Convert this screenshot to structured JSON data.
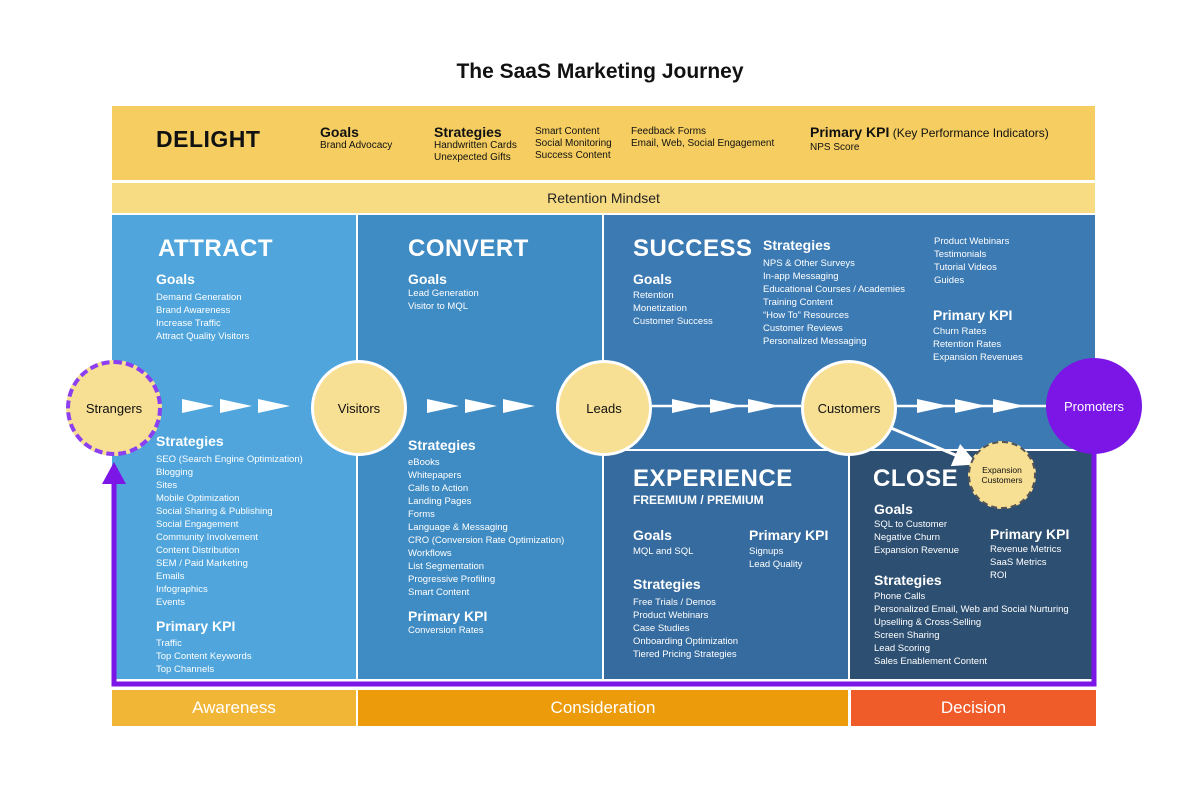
{
  "title": "The SaaS Marketing Journey",
  "delight": {
    "title": "DELIGHT",
    "goals_head": "Goals",
    "goals": [
      "Brand Advocacy"
    ],
    "strategies_head": "Strategies",
    "strategies_col1": [
      "Handwritten Cards",
      "Unexpected Gifts"
    ],
    "strategies_col2": [
      "Smart Content",
      "Social Monitoring",
      "Success Content"
    ],
    "strategies_col3": [
      "Feedback Forms",
      "Email, Web, Social Engagement"
    ],
    "kpi_head": "Primary KPI",
    "kpi_note": " (Key Performance Indicators)",
    "kpi": [
      "NPS Score"
    ]
  },
  "retention": "Retention Mindset",
  "attract": {
    "title": "ATTRACT",
    "goals_head": "Goals",
    "goals": [
      "Demand Generation",
      "Brand Awareness",
      "Increase Traffic",
      "Attract Quality Visitors"
    ],
    "strategies_head": "Strategies",
    "strategies": [
      "SEO (Search Engine Optimization)",
      "Blogging",
      "Sites",
      "Mobile Optimization",
      "Social Sharing & Publishing",
      "Social Engagement",
      "Community Involvement",
      "Content Distribution",
      "SEM / Paid Marketing",
      "Emails",
      "Infographics",
      "Events"
    ],
    "kpi_head": "Primary KPI",
    "kpi": [
      "Traffic",
      "Top Content Keywords",
      "Top Channels"
    ]
  },
  "convert": {
    "title": "CONVERT",
    "goals_head": "Goals",
    "goals": [
      "Lead Generation",
      "Visitor to MQL"
    ],
    "strategies_head": "Strategies",
    "strategies": [
      "eBooks",
      "Whitepapers",
      "Calls to Action",
      "Landing Pages",
      "Forms",
      "Language & Messaging",
      "CRO (Conversion Rate Optimization)",
      "Workflows",
      "List Segmentation",
      "Progressive Profiling",
      "Smart Content"
    ],
    "kpi_head": "Primary KPI",
    "kpi": [
      "Conversion Rates"
    ]
  },
  "success": {
    "title": "SUCCESS",
    "goals_head": "Goals",
    "goals": [
      "Retention",
      "Monetization",
      "Customer Success"
    ],
    "strategies_head": "Strategies",
    "strategies": [
      "NPS & Other Surveys",
      "In-app Messaging",
      "Educational Courses / Academies",
      "Training Content",
      "“How To” Resources",
      "Customer Reviews",
      "Personalized Messaging"
    ],
    "strategies_extra": [
      "Product Webinars",
      "Testimonials",
      "Tutorial Videos",
      "Guides"
    ],
    "kpi_head": "Primary KPI",
    "kpi": [
      "Churn Rates",
      "Retention Rates",
      "Expansion Revenues"
    ]
  },
  "experience": {
    "title": "EXPERIENCE",
    "subtitle": "FREEMIUM / PREMIUM",
    "goals_head": "Goals",
    "goals": [
      "MQL and SQL"
    ],
    "kpi_head": "Primary KPI",
    "kpi": [
      "Signups",
      "Lead Quality"
    ],
    "strategies_head": "Strategies",
    "strategies": [
      "Free Trials / Demos",
      "Product Webinars",
      "Case Studies",
      "Onboarding Optimization",
      "Tiered Pricing Strategies"
    ]
  },
  "close": {
    "title": "CLOSE",
    "goals_head": "Goals",
    "goals": [
      "SQL to Customer",
      "Negative Churn",
      "Expansion Revenue"
    ],
    "kpi_head": "Primary KPI",
    "kpi": [
      "Revenue Metrics",
      "SaaS Metrics",
      "ROI"
    ],
    "strategies_head": "Strategies",
    "strategies": [
      "Phone Calls",
      "Personalized Email, Web and Social Nurturing",
      "Upselling & Cross-Selling",
      "Screen Sharing",
      "Lead Scoring",
      "Sales Enablement Content"
    ]
  },
  "nodes": {
    "strangers": "Strangers",
    "visitors": "Visitors",
    "leads": "Leads",
    "customers": "Customers",
    "promoters": "Promoters",
    "expansion_line1": "Expansion",
    "expansion_line2": "Customers"
  },
  "stages": {
    "awareness": "Awareness",
    "consideration": "Consideration",
    "decision": "Decision"
  },
  "colors": {
    "delight": "#f5cd60",
    "attract": "#4fa5dc",
    "convert": "#3f8bc3",
    "success": "#3b7ab3",
    "experience": "#356b9e",
    "close": "#2d4f72",
    "journey_line": "#7b16e6",
    "node": "#f7df93"
  }
}
